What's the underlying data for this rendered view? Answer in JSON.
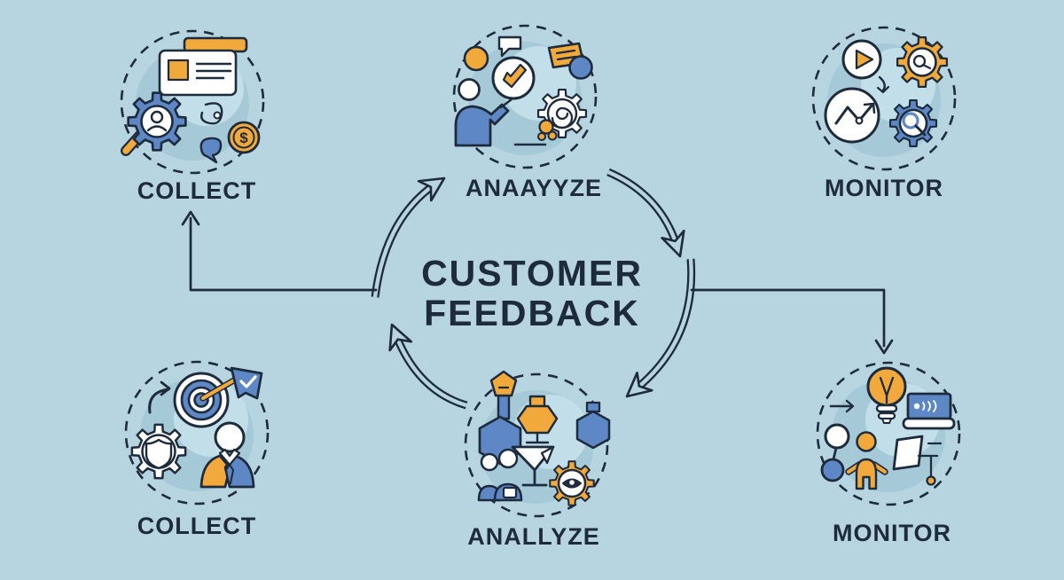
{
  "title": {
    "line1": "CUSTOMER",
    "line2": "FEEDBACK"
  },
  "nodes": [
    {
      "id": "collect-top",
      "label": "COLLECT"
    },
    {
      "id": "analyze-top",
      "label": "ANAAYYZE"
    },
    {
      "id": "monitor-top",
      "label": "MONITOR"
    },
    {
      "id": "collect-bottom",
      "label": "COLLECT"
    },
    {
      "id": "analyze-bottom",
      "label": "ANALLYZE"
    },
    {
      "id": "monitor-bottom",
      "label": "MONITOR"
    }
  ],
  "icons": {
    "dollar": "$"
  },
  "theme": {
    "background": "#b7d4e1",
    "outline": "#1d2b3c",
    "blue": "#5d87c5",
    "orange": "#f2a93b",
    "white": "#ffffff",
    "inner": "#a6c9d8",
    "highlight": "#c8e3ee"
  }
}
